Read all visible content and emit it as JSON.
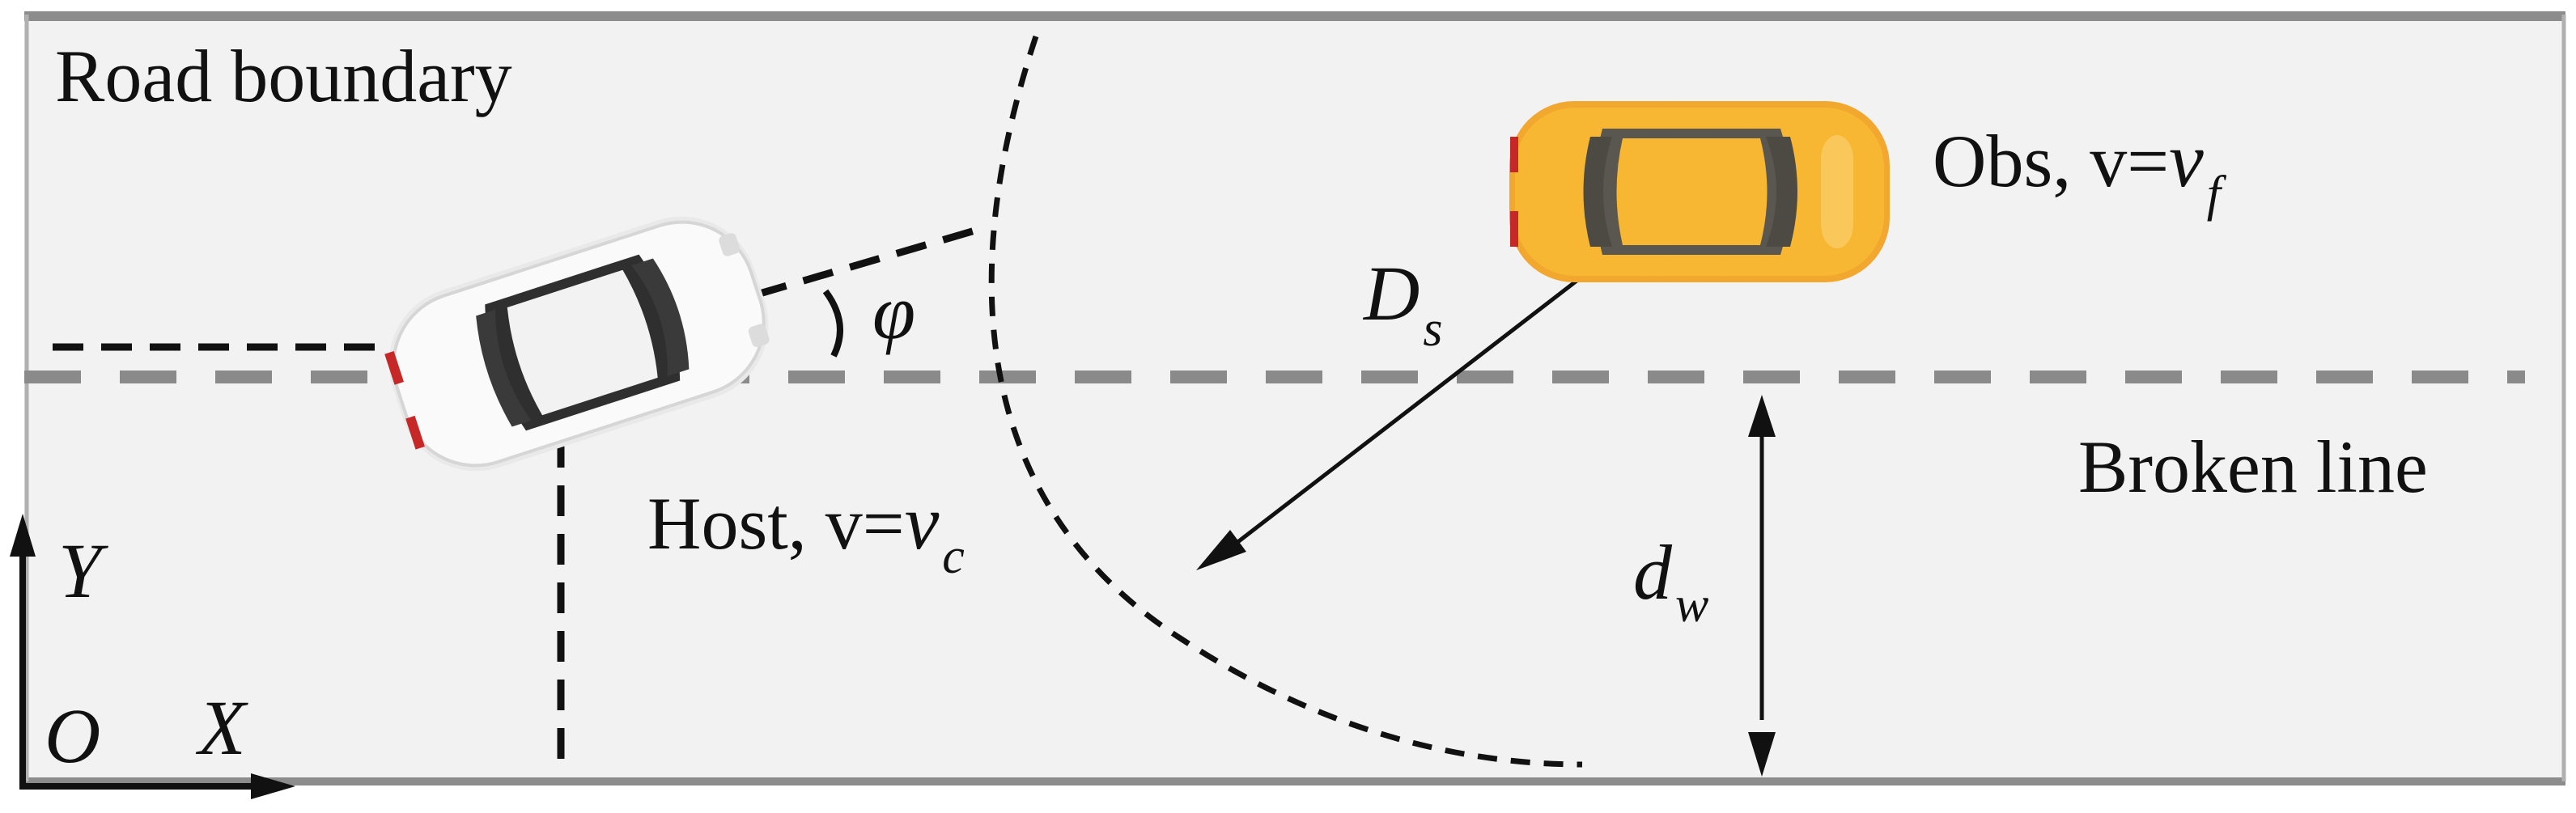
{
  "labels": {
    "road_boundary": "Road boundary",
    "broken_line": "Broken line",
    "obs_prefix": "Obs, v=",
    "host_prefix": "Host, v=",
    "phi": "φ",
    "ds_main": "D",
    "ds_sub": "s",
    "dw_main": "d",
    "dw_sub": "w",
    "axis_y": "Y",
    "axis_x": "X",
    "origin": "O",
    "vf_main": "v",
    "vf_sub": "f",
    "vc_main": "v",
    "vc_sub": "c"
  },
  "colors": {
    "road_fill": "#f2f2f2",
    "road_edge": "#8c8c8c",
    "lane_dash": "#8a8a8a",
    "host_car": "#f4f4f4",
    "obs_car": "#f7b733",
    "ink": "#111111"
  },
  "icons": {
    "host_car": "white-car-top-view",
    "obs_car": "yellow-car-top-view"
  }
}
